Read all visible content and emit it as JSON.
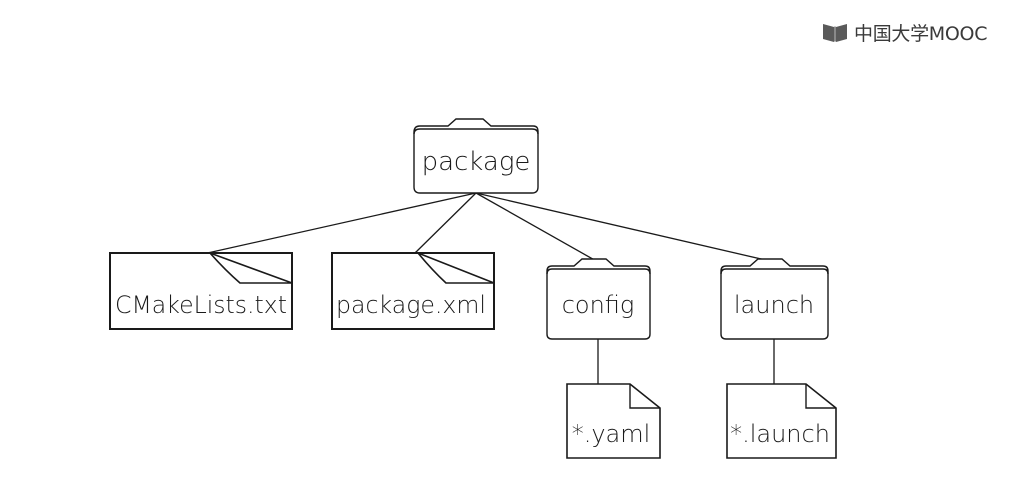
{
  "logo": {
    "text": "中国大学MOOC",
    "icon": "book-icon"
  },
  "diagram": {
    "root": {
      "label": "package",
      "kind": "folder"
    },
    "children": [
      {
        "label": "CMakeLists.txt",
        "kind": "file"
      },
      {
        "label": "package.xml",
        "kind": "file"
      },
      {
        "label": "config",
        "kind": "folder",
        "children": [
          {
            "label": "*.yaml",
            "kind": "file"
          }
        ]
      },
      {
        "label": "launch",
        "kind": "folder",
        "children": [
          {
            "label": "*.launch",
            "kind": "file"
          }
        ]
      }
    ]
  }
}
